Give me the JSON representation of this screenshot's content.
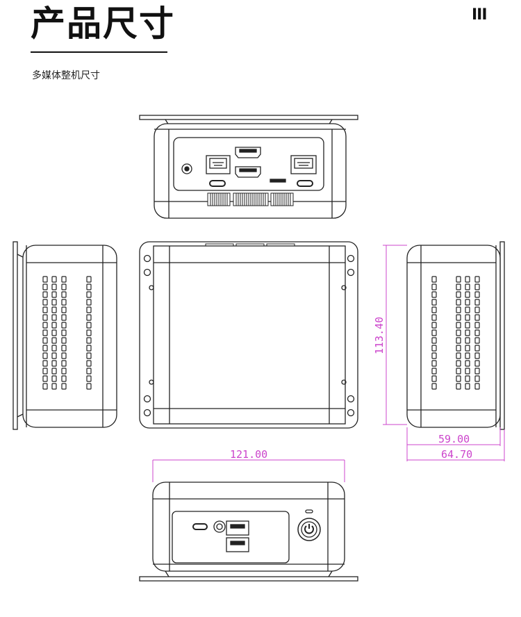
{
  "header": {
    "title": "产品尺寸",
    "subtitle": "多媒体整机尺寸",
    "corner_mark": "III"
  },
  "colors": {
    "line": "#222222",
    "dimension": "#cc44cc",
    "background": "#ffffff"
  },
  "dimensions": {
    "height": "113.40",
    "depth_body": "59.00",
    "depth_total": "64.70",
    "width": "121.00"
  },
  "views": [
    "top-view",
    "left-side-view",
    "front-view",
    "right-side-view",
    "bottom-view"
  ],
  "icons": {
    "power_button": "power-icon",
    "rj45": "ethernet-port-icon",
    "hdmi": "hdmi-port-icon",
    "usb_a": "usb-a-port-icon",
    "usb_c": "usb-c-port-icon",
    "audio": "audio-jack-icon",
    "sd": "sd-card-slot-icon"
  }
}
